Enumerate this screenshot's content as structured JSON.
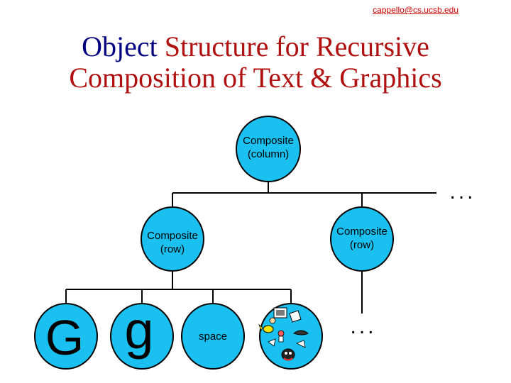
{
  "header": {
    "email": "cappello@cs.ucsb.edu"
  },
  "title": {
    "line1_word1": "Object",
    "line1_rest": " Structure for Recursive",
    "line2": "Composition of Text & Graphics"
  },
  "nodes": {
    "root": {
      "line1": "Composite",
      "line2": "(column)"
    },
    "left_row": {
      "line1": "Composite",
      "line2": "(row)"
    },
    "right_row": {
      "line1": "Composite",
      "line2": "(row)"
    },
    "glyph_G": {
      "text": "G"
    },
    "glyph_g": {
      "text": "g"
    },
    "space": {
      "text": "space"
    }
  },
  "ellipsis": {
    "top": "...",
    "bottom": "..."
  },
  "colors": {
    "node_fill": "#19c0f0",
    "line": "#000000",
    "title_blue": "#000080",
    "title_red": "#b01010",
    "email": "#cc0000"
  }
}
